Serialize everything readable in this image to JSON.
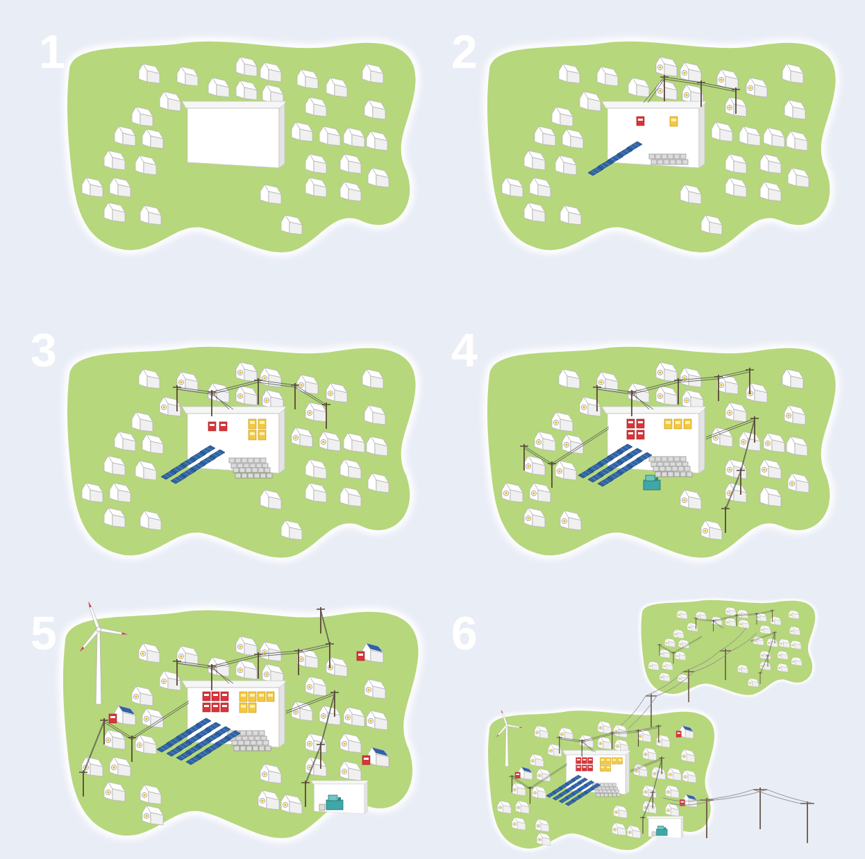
{
  "diagram": {
    "labels": [
      "1",
      "2",
      "3",
      "4",
      "5",
      "6"
    ]
  }
}
